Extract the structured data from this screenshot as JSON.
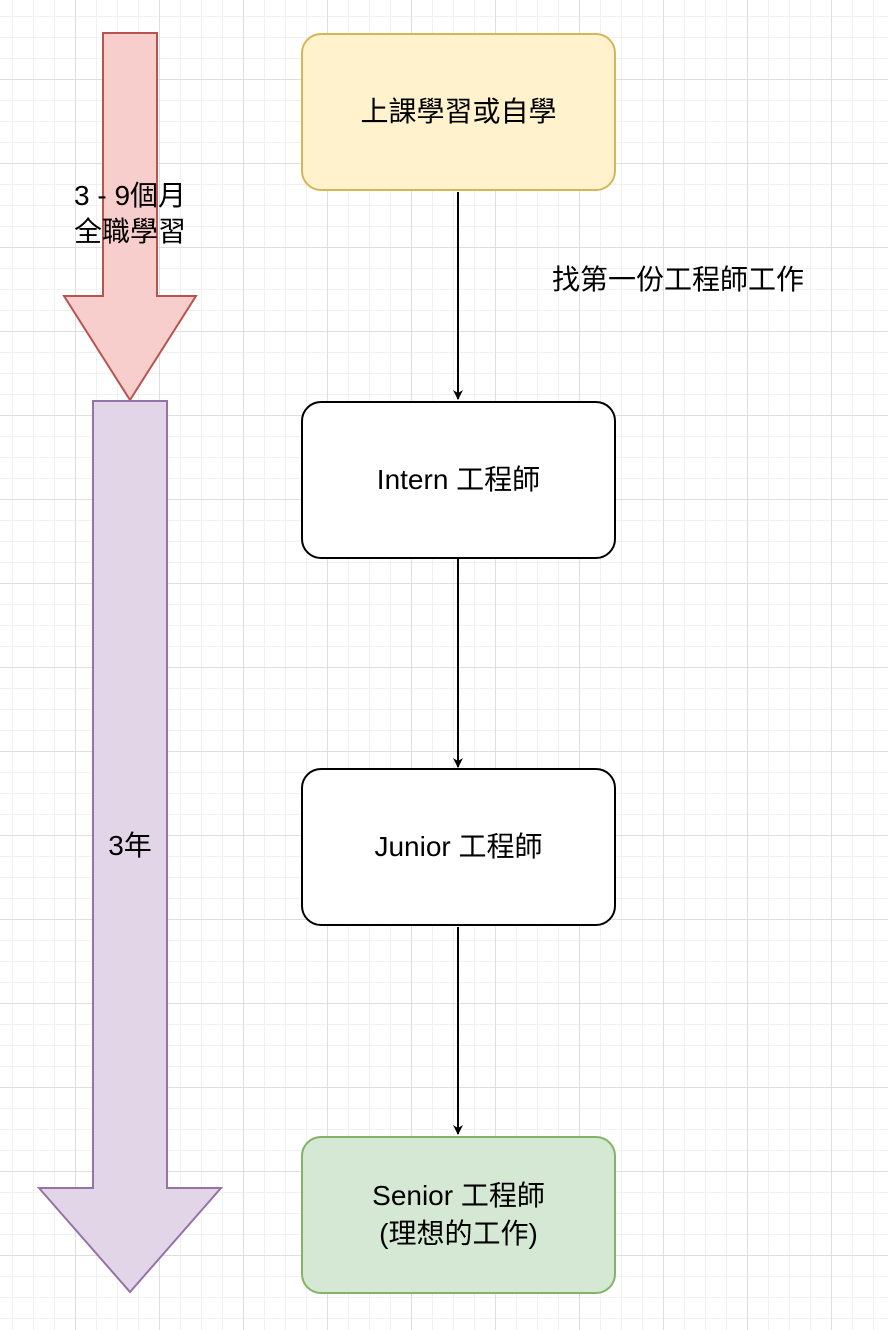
{
  "diagram": {
    "nodes": {
      "learn": {
        "text": "上課學習或自學",
        "fill": "#fff2cc",
        "stroke": "#d6b656"
      },
      "intern": {
        "text": "Intern 工程師",
        "fill": "#ffffff",
        "stroke": "#000000"
      },
      "junior": {
        "text": "Junior 工程師",
        "fill": "#ffffff",
        "stroke": "#000000"
      },
      "senior": {
        "line1": "Senior 工程師",
        "line2": "(理想的工作)",
        "fill": "#d5e8d4",
        "stroke": "#82b366"
      }
    },
    "edge_labels": {
      "find_job": "找第一份工程師工作"
    },
    "timeline": {
      "study_arrow": {
        "line1": "3 - 9個月",
        "line2": "全職學習",
        "fill": "#f8cecc",
        "stroke": "#b85450"
      },
      "work_arrow": {
        "text": "3年",
        "fill": "#e1d5e7",
        "stroke": "#9673a6"
      }
    }
  }
}
